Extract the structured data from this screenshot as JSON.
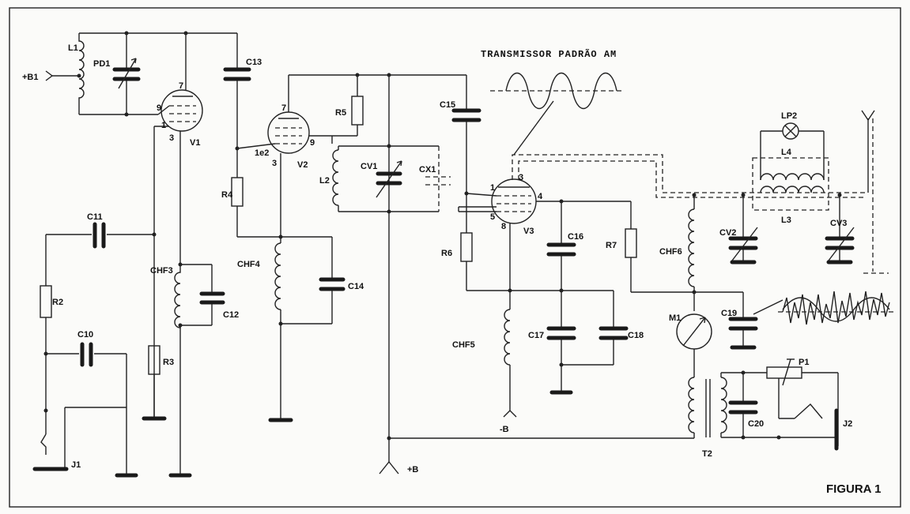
{
  "diagram": {
    "title": "TRANSMISSOR PADRÃO AM",
    "figure_label": "FIGURA 1",
    "supply_b1": "+B1",
    "supply_plus_b": "+B",
    "supply_minus_b": "-B",
    "components": {
      "L1": "L1",
      "PD1": "PD1",
      "V1": "V1",
      "C13": "C13",
      "C11": "C11",
      "R2": "R2",
      "C10": "C10",
      "R3": "R3",
      "CHF3": "CHF3",
      "C12": "C12",
      "J1": "J1",
      "R4": "R4",
      "V2": "V2",
      "R5": "R5",
      "CHF4": "CHF4",
      "C14": "C14",
      "L2": "L2",
      "CV1": "CV1",
      "CX1": "CX1",
      "C15": "C15",
      "V3": "V3",
      "R6": "R6",
      "C16": "C16",
      "R7": "R7",
      "CHF5": "CHF5",
      "C17": "C17",
      "C18": "C18",
      "CHF6": "CHF6",
      "M1": "M1",
      "C19": "C19",
      "LP2": "LP2",
      "L4": "L4",
      "L3": "L3",
      "CV2": "CV2",
      "CV3": "CV3",
      "T2": "T2",
      "P1": "P1",
      "C20": "C20",
      "J2": "J2"
    },
    "pins": {
      "v1_9": "9",
      "v1_7": "7",
      "v1_1": "1",
      "v1_3": "3",
      "v2_7": "7",
      "v2_1e2": "1e2",
      "v2_3": "3",
      "v2_9": "9",
      "v3_1": "1",
      "v3_3": "3",
      "v3_4": "4",
      "v3_5": "5",
      "v3_8": "8"
    }
  }
}
